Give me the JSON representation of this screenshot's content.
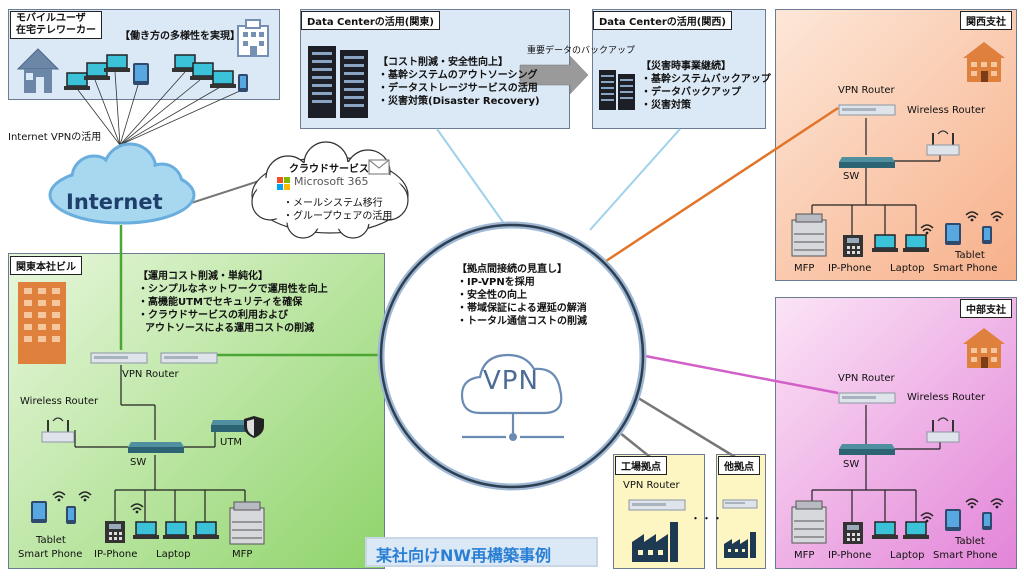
{
  "mobile": {
    "title": "モバイルユーザ\n在宅テレワーカー",
    "title_lines": [
      "モバイルユーザ",
      "在宅テレワーカー"
    ],
    "tag": "【働き方の多様性を実現】"
  },
  "internet_vpn_label": "Internet VPNの活用",
  "internet": "Internet",
  "dc_kanto": {
    "title": "Data Centerの活用(関東)",
    "items": [
      "【コスト削減・安全性向上】",
      "・基幹システムのアウトソーシング",
      "・データストレージサービスの活用",
      "・災害対策(Disaster Recovery)"
    ]
  },
  "backup_label": "重要データのバックアップ",
  "dc_kansai": {
    "title": "Data Centerの活用(関西)",
    "items": [
      "【災害時事業継続】",
      "・基幹システムバックアップ",
      "・データバックアップ",
      "・災害対策"
    ]
  },
  "cloud": {
    "title": "クラウドサービス",
    "ms365": "Microsoft 365",
    "items": [
      "・メールシステム移行",
      "・グループウェアの活用"
    ]
  },
  "kansai": {
    "title": "関西支社",
    "vpn_router": "VPN Router",
    "wireless_router": "Wireless Router",
    "sw": "SW",
    "mfp": "MFP",
    "ip_phone": "IP-Phone",
    "laptop": "Laptop",
    "tablet": "Tablet",
    "smartphone": "Smart Phone"
  },
  "chubu": {
    "title": "中部支社",
    "vpn_router": "VPN Router",
    "wireless_router": "Wireless Router",
    "sw": "SW",
    "mfp": "MFP",
    "ip_phone": "IP-Phone",
    "laptop": "Laptop",
    "tablet": "Tablet",
    "smartphone": "Smart Phone"
  },
  "hq": {
    "title": "関東本社ビル",
    "items": [
      "【運用コスト削減・単純化】",
      "・シンプルなネットワークで運用性を向上",
      "・高機能UTMでセキュリティを確保",
      "・クラウドサービスの利用および",
      "  アウトソースによる運用コストの削減"
    ],
    "vpn_router": "VPN Router",
    "wireless_router": "Wireless Router",
    "utm": "UTM",
    "sw": "SW",
    "tablet": "Tablet",
    "smartphone": "Smart Phone",
    "ip_phone": "IP-Phone",
    "laptop": "Laptop",
    "mfp": "MFP"
  },
  "vpn_circle": {
    "items": [
      "【拠点間接続の見直し】",
      "・IP-VPNを採用",
      "・安全性の向上",
      "・帯域保証による遅延の解消",
      "・トータル通信コストの削減"
    ],
    "vpn_label": "VPN"
  },
  "factory": {
    "title": "工場拠点",
    "vpn_router": "VPN Router"
  },
  "other": {
    "title": "他拠点"
  },
  "dots": "・・・",
  "caption": "某社向けNW再構築事例",
  "colors": {
    "kanto_green": "#8fd46b",
    "kansai_orange": "#f29b6b",
    "chubu_pink": "#e27ddb",
    "light_blue": "#dbe8f6",
    "factory_yellow": "#fdf6c3",
    "vpn_ring": "#2f3f52"
  }
}
